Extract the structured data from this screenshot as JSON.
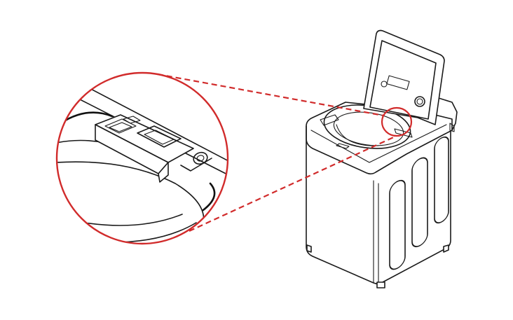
{
  "colors": {
    "callout": "#d12b2b",
    "line": "#1a1a1a",
    "background": "#ffffff"
  },
  "icons": {
    "washer": "top-load-washer-illustration",
    "dispenser": "detergent-dispenser-drawer",
    "callout": "magnifier-callout-circle"
  }
}
